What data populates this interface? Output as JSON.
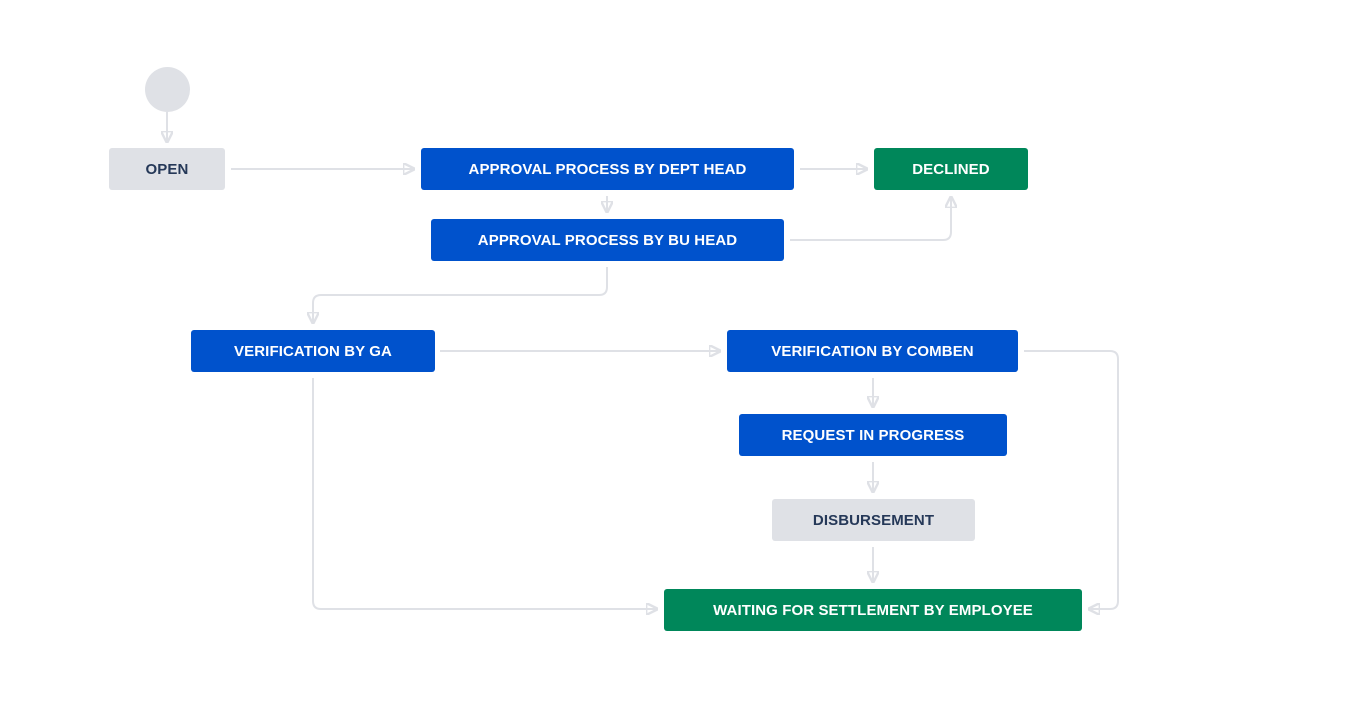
{
  "workflow": {
    "start_icon": "start-circle-icon",
    "colors": {
      "todo": "#dfe1e6",
      "in_progress": "#0052cc",
      "done": "#00875a",
      "connector": "#dfe1e6"
    },
    "statuses": {
      "open": "OPEN",
      "approval_dept_head": "APPROVAL PROCESS BY DEPT HEAD",
      "declined": "DECLINED",
      "approval_bu_head": "APPROVAL PROCESS BY BU HEAD",
      "verification_ga": "VERIFICATION BY GA",
      "verification_comben": "VERIFICATION BY COMBEN",
      "request_in_progress": "REQUEST IN PROGRESS",
      "disbursement": "DISBURSEMENT",
      "waiting_settlement": "WAITING FOR SETTLEMENT BY EMPLOYEE"
    }
  }
}
